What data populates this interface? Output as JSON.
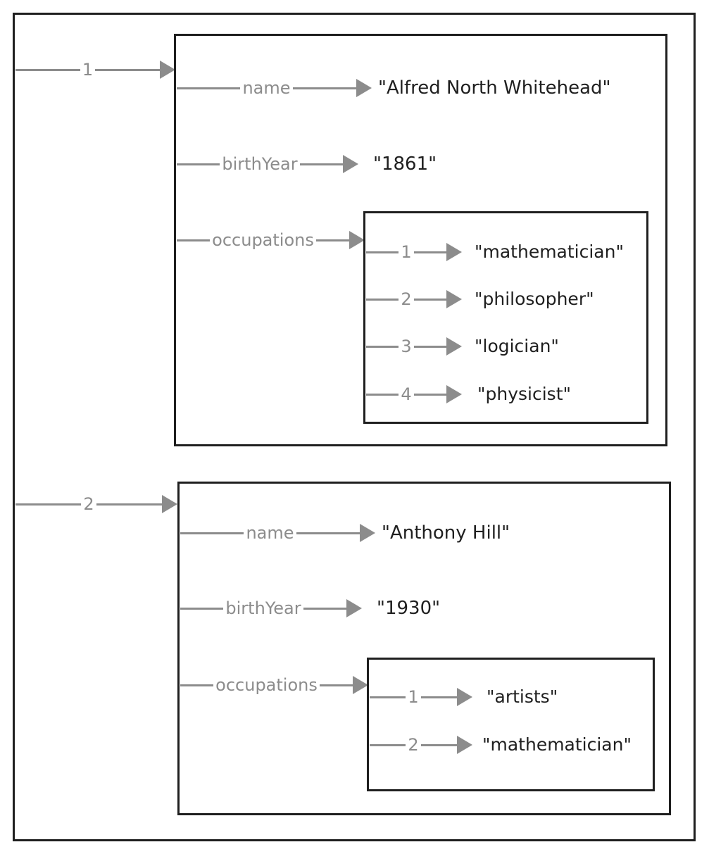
{
  "diagram": {
    "type": "json-tree",
    "title": "",
    "root_label": "",
    "colors": {
      "box_border": "#1f1f1f",
      "connector": "#8c8c8c",
      "edge_label": "#8c8c8c",
      "value_text": "#1f1f1f",
      "background": "#ffffff"
    },
    "root": {
      "kind": "array",
      "items": [
        {
          "index_label": "1",
          "kind": "object",
          "fields": [
            {
              "key": "name",
              "kind": "string",
              "value": "\"Alfred North Whitehead\""
            },
            {
              "key": "birthYear",
              "kind": "string",
              "value": "\"1861\""
            },
            {
              "key": "occupations",
              "kind": "array",
              "items": [
                {
                  "index_label": "1",
                  "value": "\"mathematician\""
                },
                {
                  "index_label": "2",
                  "value": "\"philosopher\""
                },
                {
                  "index_label": "3",
                  "value": "\"logician\""
                },
                {
                  "index_label": "4",
                  "value": "\"physicist\""
                }
              ]
            }
          ]
        },
        {
          "index_label": "2",
          "kind": "object",
          "fields": [
            {
              "key": "name",
              "kind": "string",
              "value": "\"Anthony Hill\""
            },
            {
              "key": "birthYear",
              "kind": "string",
              "value": "\"1930\""
            },
            {
              "key": "occupations",
              "kind": "array",
              "items": [
                {
                  "index_label": "1",
                  "value": "\"artists\""
                },
                {
                  "index_label": "2",
                  "value": "\"mathematician\""
                }
              ]
            }
          ]
        }
      ]
    }
  }
}
